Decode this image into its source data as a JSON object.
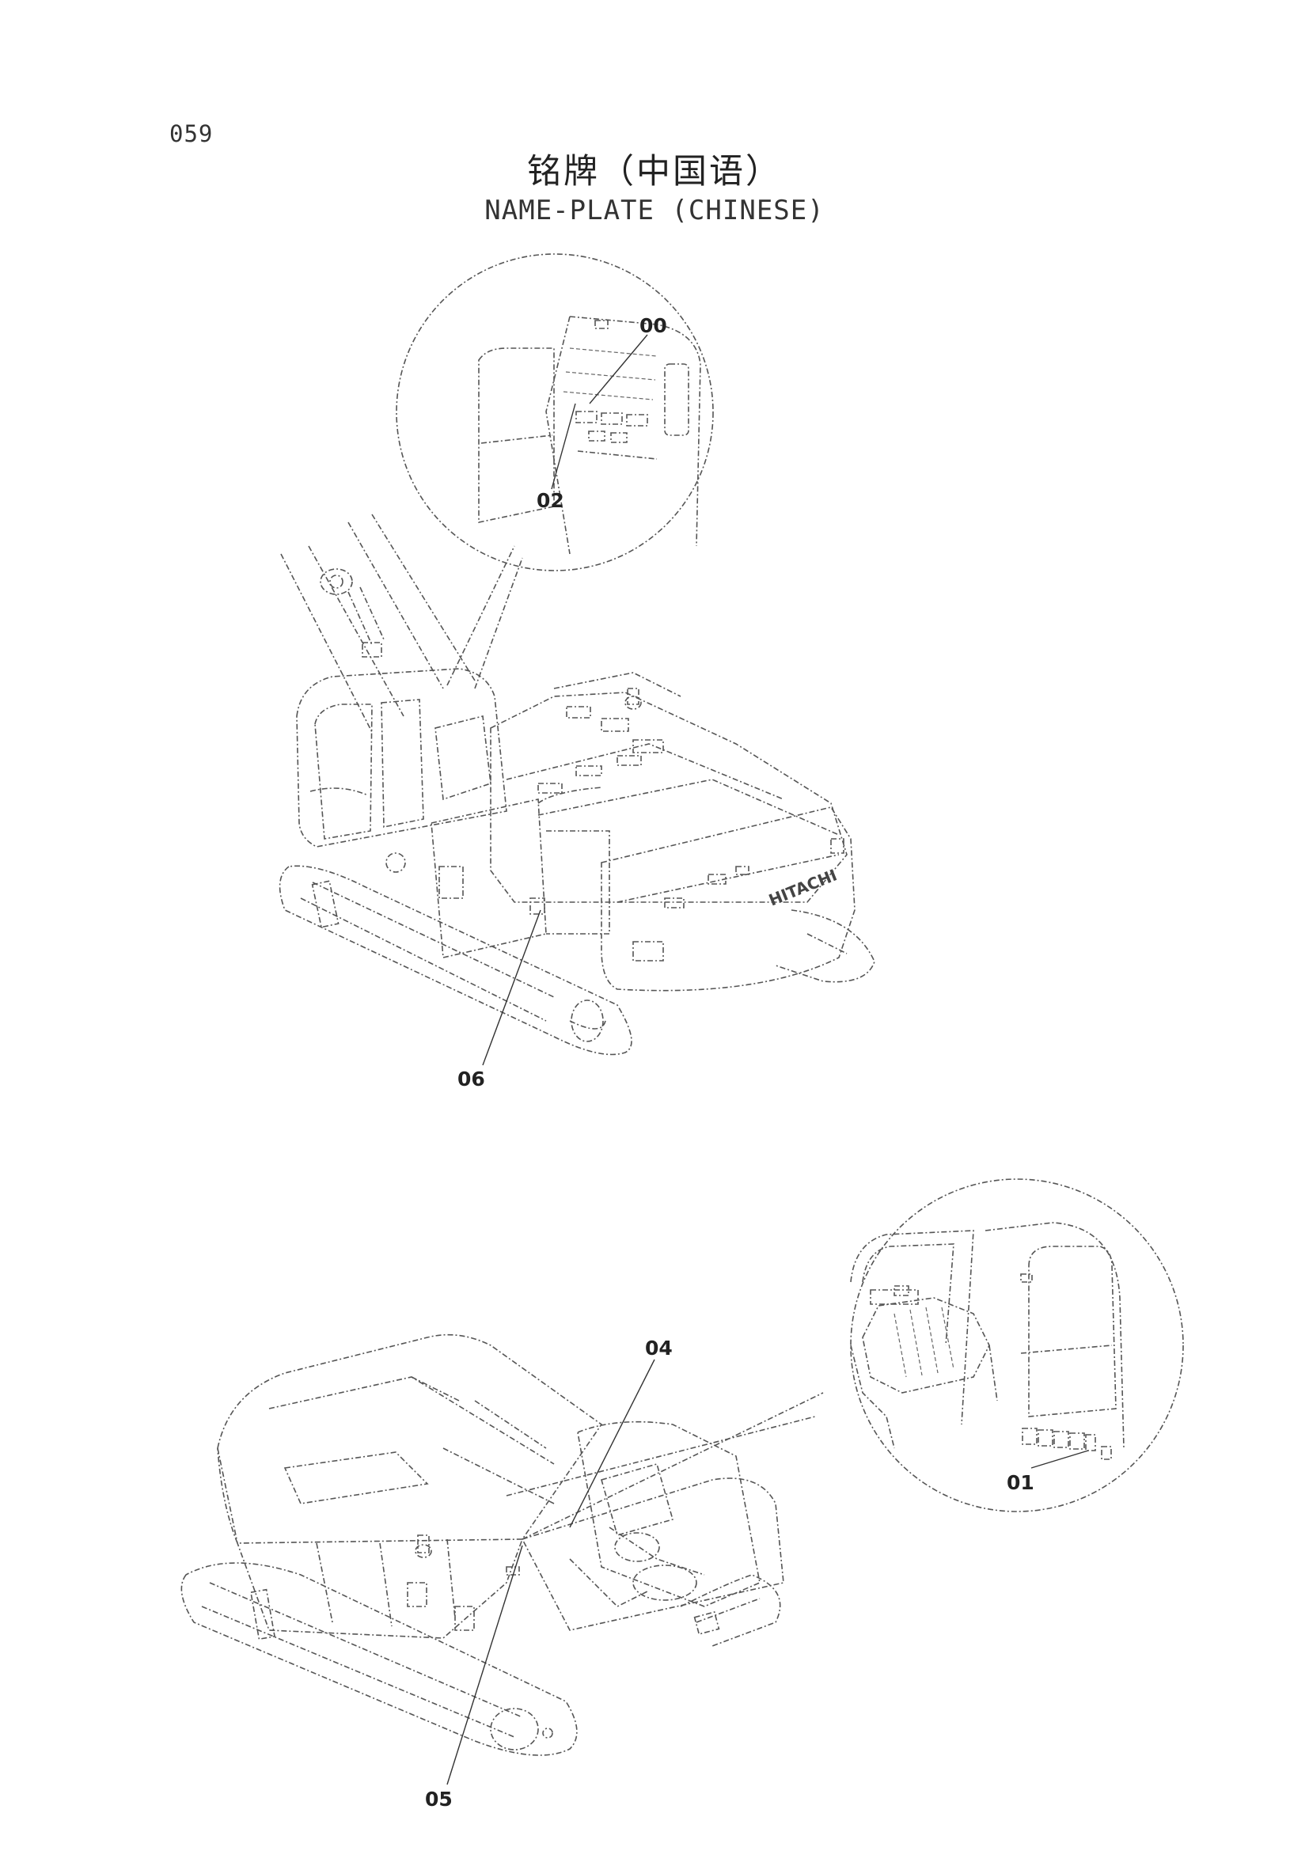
{
  "page_number": "059",
  "title_cn": "铭牌（中国语）",
  "title_en": "NAME-PLATE (CHINESE)",
  "brand_text": "HITACHI",
  "callouts": {
    "c00": "00",
    "c01": "01",
    "c02": "02",
    "c04": "04",
    "c05": "05",
    "c06": "06"
  }
}
